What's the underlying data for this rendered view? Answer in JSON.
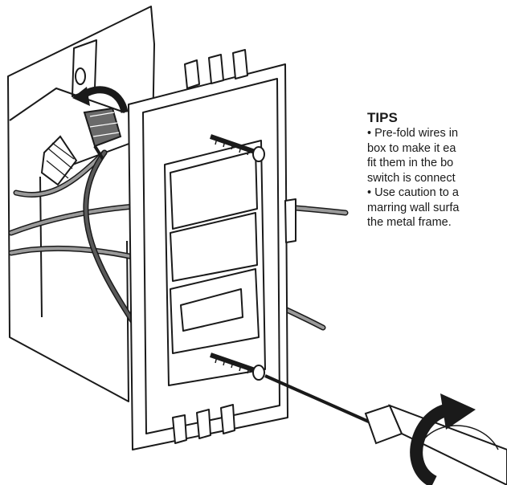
{
  "tips": {
    "title": "TIPS",
    "lines": [
      "• Pre-fold wires in",
      "box to make it ea",
      "fit them in the bo",
      "switch is connect",
      "• Use caution to a",
      "marring wall surfa",
      "the metal frame."
    ]
  },
  "illustration": {
    "description_free": true,
    "colors": {
      "line": "#1a1a1a",
      "wire_gray": "#9a9a9a",
      "wire_dark": "#5a5a5a",
      "arrow": "#1a1a1a",
      "background": "#ffffff"
    },
    "icons": [
      "rotate-arrow-icon",
      "rotate-arrow-icon"
    ]
  }
}
